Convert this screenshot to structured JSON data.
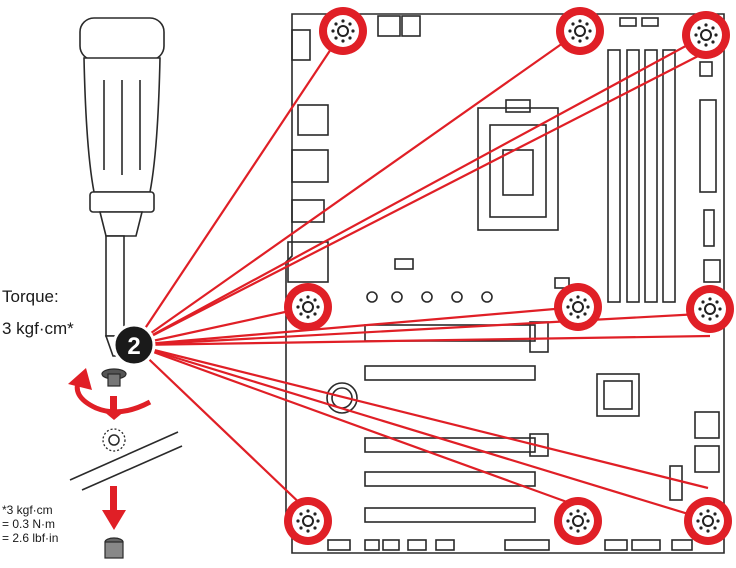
{
  "torque": {
    "title": "Torque:",
    "value": "3 kgf·cm*"
  },
  "step": {
    "number": "2"
  },
  "note": {
    "line1": "*3 kgf·cm",
    "line2": "= 0.3 N·m",
    "line3": "= 2.6 lbf·in"
  },
  "colors": {
    "accent_red": "#e01f26",
    "board_outline": "#2a2a2a",
    "badge_dark": "#1a1a1a"
  },
  "icons": {
    "screw_hole": "screw-hole-icon",
    "screwdriver": "screwdriver-icon",
    "rotation": "rotation-arrow-icon",
    "down_arrow": "down-arrow-icon",
    "standoff": "standoff-icon"
  }
}
